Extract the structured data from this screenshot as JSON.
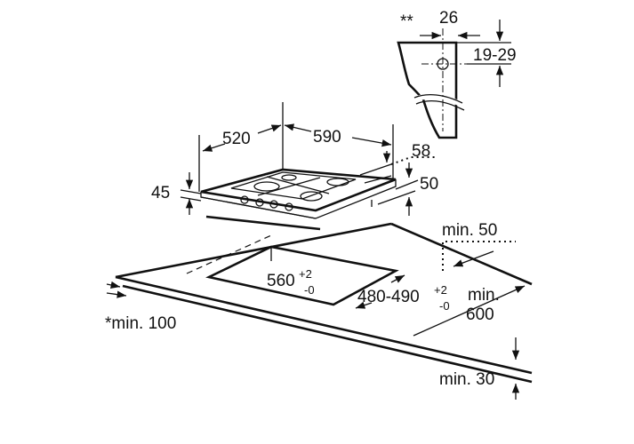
{
  "diagram": {
    "title": "Gas hob installation dimensions",
    "hob": {
      "width": "590",
      "depth": "520",
      "height": "45",
      "connection_offset": "58",
      "connection_height": "50"
    },
    "cutout": {
      "width": "560",
      "width_tol_plus": "+2",
      "width_tol_minus": "-0",
      "depth": "480-490",
      "depth_tol_plus": "+2",
      "depth_tol_minus": "-0"
    },
    "clearances": {
      "back_wall": "min. 50",
      "front_edge_line1": "min.",
      "front_edge_line2": "600",
      "side": "*min. 100",
      "worktop": "min. 30"
    },
    "detail": {
      "marker": "**",
      "width": "26",
      "height": "19-29"
    }
  }
}
